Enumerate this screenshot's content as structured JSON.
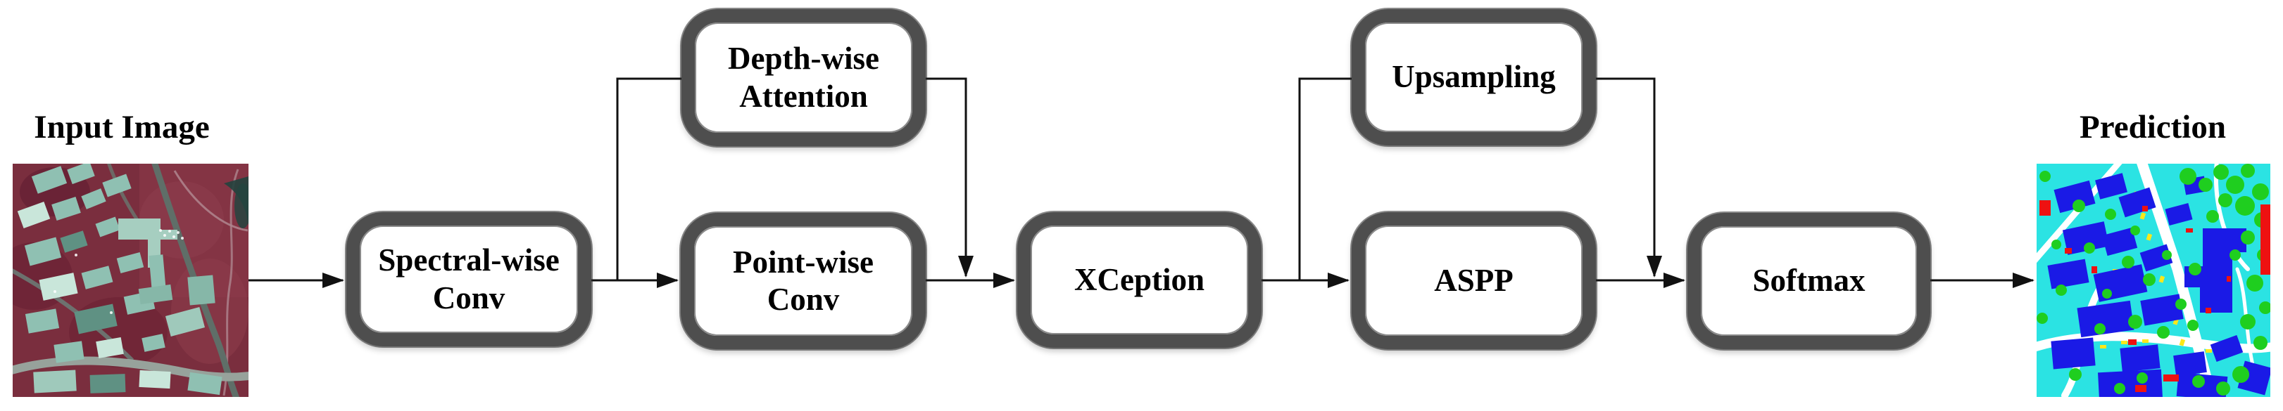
{
  "labels": {
    "input": "Input Image",
    "prediction": "Prediction"
  },
  "nodes": {
    "spectral": {
      "line1": "Spectral-wise",
      "line2": "Conv"
    },
    "depthwise": {
      "line1": "Depth-wise",
      "line2": "Attention"
    },
    "pointwise": {
      "line1": "Point-wise",
      "line2": "Conv"
    },
    "xception": {
      "line1": "XCeption"
    },
    "upsampling": {
      "line1": "Upsampling"
    },
    "aspp": {
      "line1": "ASPP"
    },
    "softmax": {
      "line1": "Softmax"
    }
  },
  "edges": [
    [
      "Input Image",
      "Spectral-wise Conv"
    ],
    [
      "Spectral-wise Conv",
      "Depth-wise Attention"
    ],
    [
      "Spectral-wise Conv",
      "Point-wise Conv"
    ],
    [
      "Depth-wise Attention",
      "XCeption"
    ],
    [
      "Point-wise Conv",
      "XCeption"
    ],
    [
      "XCeption",
      "Upsampling"
    ],
    [
      "XCeption",
      "ASPP"
    ],
    [
      "Upsampling",
      "Softmax"
    ],
    [
      "ASPP",
      "Softmax"
    ],
    [
      "Softmax",
      "Prediction"
    ]
  ],
  "colors": {
    "box_border": "#4e4e4e",
    "box_fill": "#ffffff",
    "arrow": "#111111",
    "text": "#000000",
    "prediction_palette": {
      "cyan": "#2be3e3",
      "green": "#1fce1f",
      "blue": "#1a1ae6",
      "white": "#ffffff",
      "yellow": "#ffe818",
      "red": "#ee1111"
    },
    "input_palette": {
      "maroon": "#7a2e3e",
      "teal": "#8fc0b2",
      "road_gray": "#5f6e68",
      "dark_teal": "#22423e"
    }
  }
}
